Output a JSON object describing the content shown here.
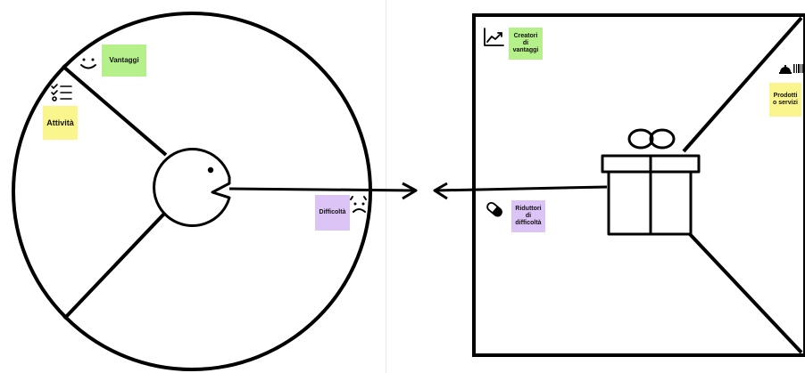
{
  "customer_profile": {
    "segments": {
      "gains": {
        "label": "Vantaggi",
        "icon": "smile-icon",
        "color": "#b6f08a"
      },
      "jobs": {
        "label": "Attività",
        "icon": "checklist-icon",
        "color": "#fbf58e"
      },
      "pains": {
        "label": "Difficoltà",
        "icon": "frown-icon",
        "color": "#ddc4f7"
      }
    },
    "center_icon": "customer-face-icon"
  },
  "value_map": {
    "segments": {
      "gain_creators": {
        "label": "Creatori\ndi\nvantaggi",
        "icon": "trend-chart-icon",
        "color": "#b6f08a"
      },
      "products": {
        "label": "Prodotti\no servizi",
        "icon": "products-services-icon",
        "color": "#fbf58e"
      },
      "pain_relievers": {
        "label": "Riduttori\ndi\ndifficoltà",
        "icon": "pill-icon",
        "color": "#ddc4f7"
      }
    },
    "center_icon": "gift-icon"
  }
}
